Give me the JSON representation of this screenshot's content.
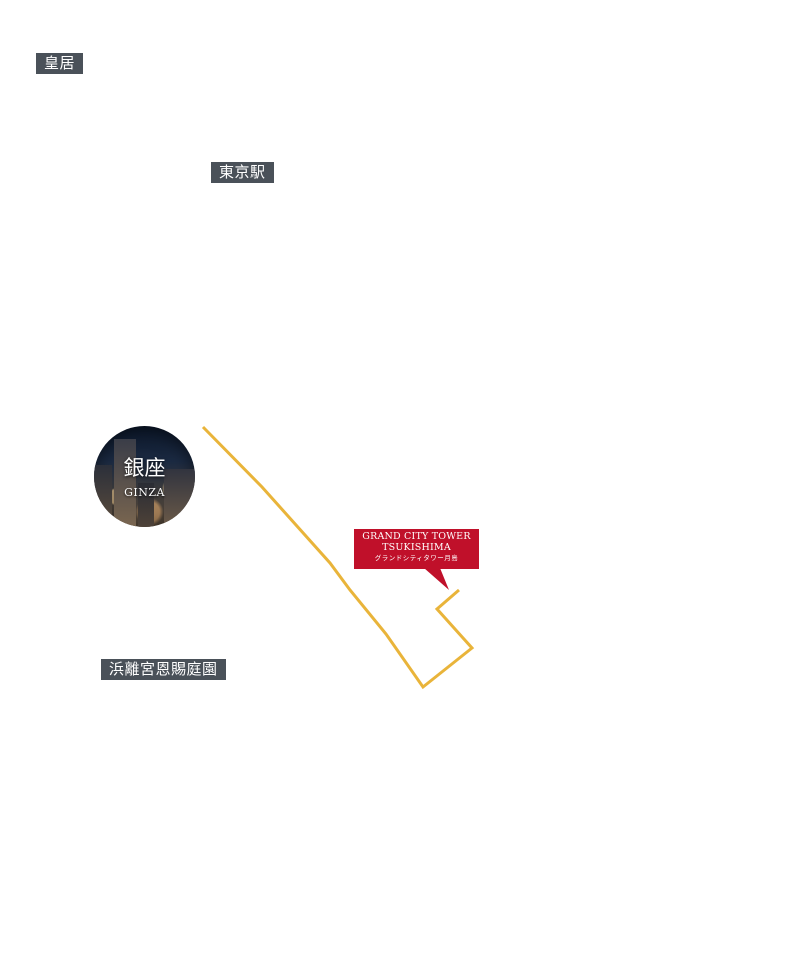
{
  "map": {
    "labels": {
      "kokyo": "皇居",
      "tokyo_station": "東京駅",
      "hamarikyu": "浜離宮恩賜庭園"
    },
    "ginza": {
      "name_ja": "銀座",
      "name_en": "GINZA"
    },
    "destination": {
      "line1": "GRAND CITY TOWER",
      "line2": "TSUKISHIMA",
      "line3": "グランドシティタワー月島"
    },
    "colors": {
      "route": "#e9b43a",
      "label_bg": "#4a5159",
      "badge_bg": "#c0102a"
    }
  }
}
